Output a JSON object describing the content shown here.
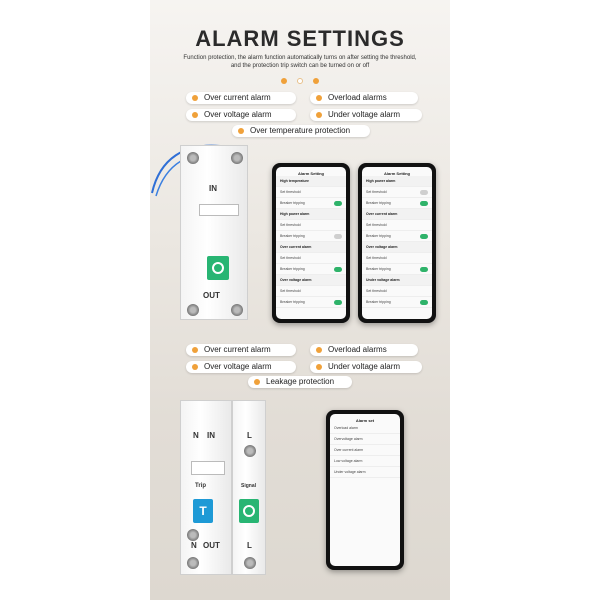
{
  "colors": {
    "bullet_orange": "#f0a13a",
    "bullet_dark": "#c98228",
    "breaker_green": "#28b573",
    "breaker_blue": "#1e9ad6",
    "toggle_on": "#2fb36a"
  },
  "header": {
    "title": "ALARM SETTINGS",
    "subtitle_line1": "Function protection, the alarm function automatically turns on after setting the threshold,",
    "subtitle_line2": "and the protection trip switch can be turned on or off"
  },
  "section1": {
    "pills": [
      "Over current alarm",
      "Overload alarms",
      "Over voltage alarm",
      "Under voltage alarm",
      "Over temperature protection"
    ],
    "breaker": {
      "in_label": "IN",
      "out_label": "OUT"
    },
    "phone_left": {
      "title": "Alarm Setting",
      "rows": [
        {
          "text": "High temperature",
          "head": true
        },
        {
          "text": "Set threshold",
          "toggle": null
        },
        {
          "text": "Breaker tripping",
          "toggle": "on"
        },
        {
          "text": "High power alarm",
          "head": true
        },
        {
          "text": "Set threshold",
          "toggle": null
        },
        {
          "text": "Breaker tripping",
          "toggle": "off"
        },
        {
          "text": "Over current alarm",
          "head": true
        },
        {
          "text": "Set threshold",
          "toggle": null
        },
        {
          "text": "Breaker tripping",
          "toggle": "on"
        },
        {
          "text": "Over voltage alarm",
          "head": true
        },
        {
          "text": "Set threshold",
          "toggle": null
        },
        {
          "text": "Breaker tripping",
          "toggle": "on"
        }
      ]
    },
    "phone_right": {
      "title": "Alarm Setting",
      "rows": [
        {
          "text": "High power alarm",
          "head": true
        },
        {
          "text": "Set threshold",
          "toggle": "off"
        },
        {
          "text": "Breaker tripping",
          "toggle": "on"
        },
        {
          "text": "Over current alarm",
          "head": true
        },
        {
          "text": "Set threshold",
          "toggle": null
        },
        {
          "text": "Breaker tripping",
          "toggle": "on"
        },
        {
          "text": "Over voltage alarm",
          "head": true
        },
        {
          "text": "Set threshold",
          "toggle": null
        },
        {
          "text": "Breaker tripping",
          "toggle": "on"
        },
        {
          "text": "Under voltage alarm",
          "head": true
        },
        {
          "text": "Set threshold",
          "toggle": null
        },
        {
          "text": "Breaker tripping",
          "toggle": "on"
        }
      ]
    }
  },
  "section2": {
    "pills": [
      "Over current alarm",
      "Overload alarms",
      "Over voltage alarm",
      "Under voltage alarm",
      "Leakage protection"
    ],
    "breaker": {
      "n_top": "N",
      "in_top": "IN",
      "l_top": "L",
      "n_bottom": "N",
      "out_bottom": "OUT",
      "l_bottom": "L",
      "trip_label": "Trip",
      "trip_letter": "T",
      "signal_label": "Signal"
    },
    "phone": {
      "title": "Alarm set",
      "rows": [
        {
          "text": "Overload alarm"
        },
        {
          "text": "Overvoltage alarm"
        },
        {
          "text": "Over current alarm"
        },
        {
          "text": "Low voltage alarm"
        },
        {
          "text": "Under voltage alarm"
        }
      ]
    }
  }
}
